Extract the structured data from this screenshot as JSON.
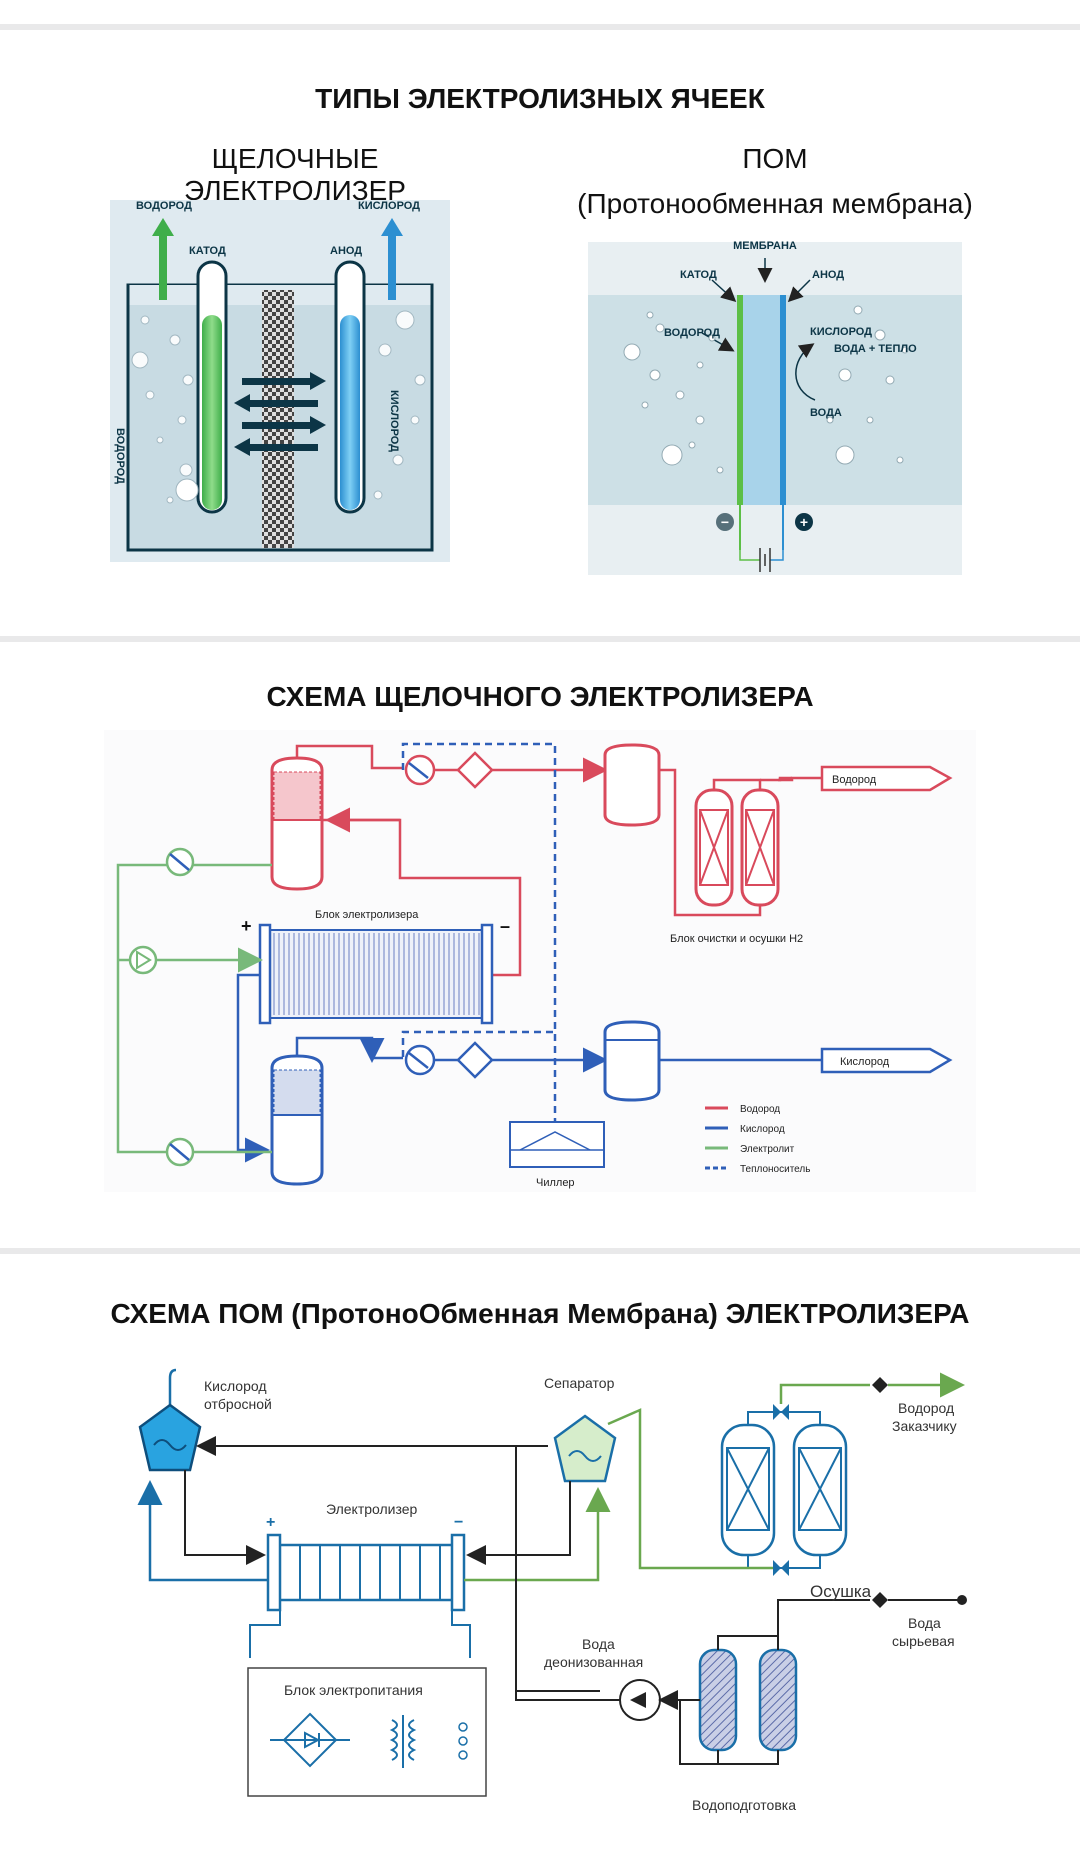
{
  "sections": {
    "types": {
      "title": "ТИПЫ  ЭЛЕКТРОЛИЗНЫХ ЯЧЕЕК",
      "alkaline": {
        "heading": "ЩЕЛОЧНЫЕ ЭЛЕКТРОЛИЗЕР",
        "hydrogen_out": "ВОДОРОД",
        "oxygen_out": "КИСЛОРОД",
        "cathode": "КАТОД",
        "anode": "АНОД",
        "hydrogen_side": "ВОДОРОД",
        "oxygen_side": "КИСЛОРОД"
      },
      "pem": {
        "heading_line1": "ПОМ",
        "heading_line2": "(Протонообменная мембрана)",
        "membrane": "МЕМБРАНА",
        "cathode": "КАТОД",
        "anode": "АНОД",
        "hydrogen": "ВОДОРОД",
        "oxygen": "КИСЛОРОД",
        "water_heat": "ВОДА + ТЕПЛО",
        "water": "ВОДА",
        "minus": "−",
        "plus": "+"
      }
    },
    "alkaline_scheme": {
      "title": "СХЕМА ЩЕЛОЧНОГО ЭЛЕКТРОЛИЗЕРА",
      "electrolyzer_block": "Блок электролизера",
      "plus": "+",
      "minus": "–",
      "hydrogen_output": "Водород",
      "oxygen_output": "Кислород",
      "purification_block": "Блок очистки и осушки Н2",
      "chiller": "Чиллер",
      "legend": [
        {
          "label": "Водород",
          "color": "#d94a5c",
          "style": "solid"
        },
        {
          "label": "Кислород",
          "color": "#2f5fb8",
          "style": "solid"
        },
        {
          "label": "Электролит",
          "color": "#78b97a",
          "style": "solid"
        },
        {
          "label": "Теплоноситель",
          "color": "#2f5fb8",
          "style": "dashed"
        }
      ]
    },
    "pem_scheme": {
      "title": "СХЕМА ПОМ (ПротоноОбменная Мембрана) ЭЛЕКТРОЛИЗЕРА",
      "oxygen_vent_line1": "Кислород",
      "oxygen_vent_line2": "отбросной",
      "separator": "Сепаратор",
      "hydrogen_customer_line1": "Водород",
      "hydrogen_customer_line2": "Заказчику",
      "electrolyzer": "Электролизер",
      "plus": "+",
      "minus": "−",
      "drying": "Осушка",
      "deionized_line1": "Вода",
      "deionized_line2": "деонизованная",
      "raw_water_line1": "Вода",
      "raw_water_line2": "сырьевая",
      "power_block": "Блок электропитания",
      "water_treatment": "Водоподготовка"
    }
  }
}
